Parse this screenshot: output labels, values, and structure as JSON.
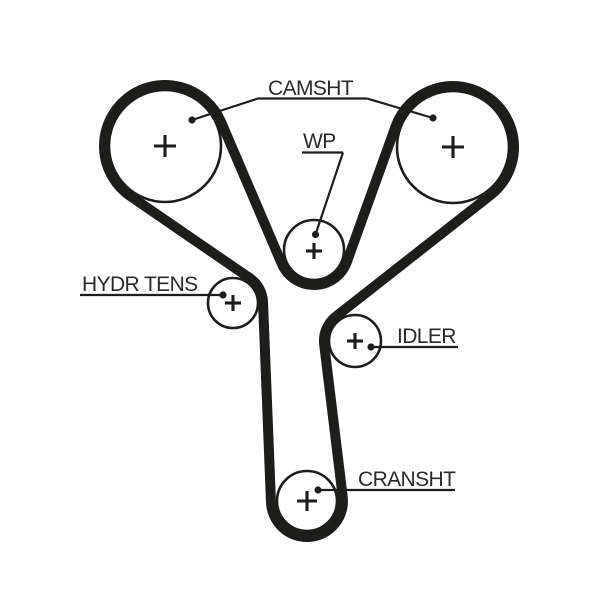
{
  "diagram": {
    "kind": "timing-belt-routing",
    "background_color": "#ffffff",
    "line_color": "#1d1d1b",
    "text_color": "#2a2a28",
    "center_marker_symbol": "+",
    "labels": {
      "camshaft": "CAMSHT",
      "water_pump": "WP",
      "hydraulic_tensioner": "HYDR TENS",
      "idler": "IDLER",
      "crankshaft": "CRANSHT"
    },
    "pulleys": [
      {
        "name": "camshaft-left",
        "label_ref": "camshaft",
        "marker": "+"
      },
      {
        "name": "camshaft-right",
        "label_ref": "camshaft",
        "marker": "+"
      },
      {
        "name": "water-pump",
        "label_ref": "water_pump",
        "marker": "+"
      },
      {
        "name": "hydraulic-tensioner",
        "label_ref": "hydraulic_tensioner",
        "marker": "+"
      },
      {
        "name": "idler",
        "label_ref": "idler",
        "marker": "+"
      },
      {
        "name": "crankshaft",
        "label_ref": "crankshaft",
        "marker": "+"
      }
    ]
  }
}
